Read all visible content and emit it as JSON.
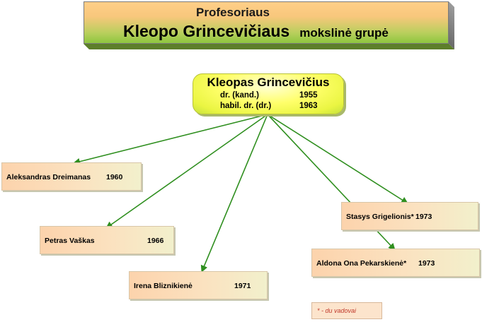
{
  "title": {
    "line1": "Profesoriaus",
    "name": "Kleopo Grincevičiaus",
    "suffix": "mokslinė grupė"
  },
  "root": {
    "name": "Kleopas Grincevičius",
    "degrees": [
      {
        "label": "dr. (kand.)",
        "year": "1955"
      },
      {
        "label": "habil. dr. (dr.)",
        "year": "1963"
      }
    ]
  },
  "members": [
    {
      "name": "Aleksandras Dreimanas",
      "year": "1960"
    },
    {
      "name": "Petras Vaškas",
      "year": "1966"
    },
    {
      "name": "Irena Bliznikienė",
      "year": "1971"
    },
    {
      "name": "Stasys Grigelionis*",
      "year": "1973"
    },
    {
      "name": "Aldona Ona Pekarskienė*",
      "year": "1973"
    }
  ],
  "note": "* - du vadovai",
  "colors": {
    "arrow": "#2f8f1f",
    "root_fill": "#ffff6a",
    "node_fill": "#fcd3ac"
  }
}
